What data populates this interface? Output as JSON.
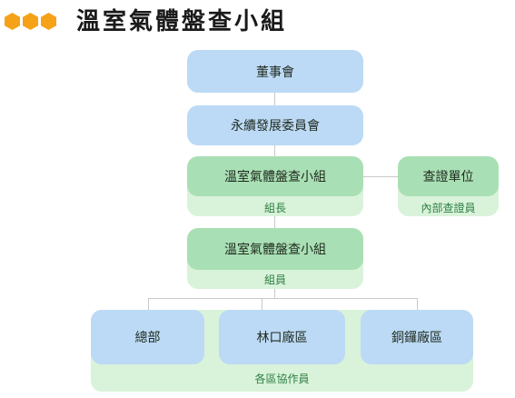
{
  "title": "溫室氣體盤查小組",
  "colors": {
    "accent": "#f6a218",
    "blue_box": "#bcdaf5",
    "green_box": "#a9dfb4",
    "band": "#d9f3da",
    "band_label": "#2f7f44"
  },
  "org": {
    "board": "董事會",
    "sustainability_committee": "永續發展委員會",
    "team_lead": {
      "name": "溫室氣體盤查小組",
      "role": "組長"
    },
    "verification": {
      "name": "查證單位",
      "role": "內部查證員"
    },
    "team_member": {
      "name": "溫室氣體盤查小組",
      "role": "組員"
    },
    "units": [
      "總部",
      "林口廠區",
      "銅鑼廠區"
    ],
    "units_role": "各區協作員"
  }
}
